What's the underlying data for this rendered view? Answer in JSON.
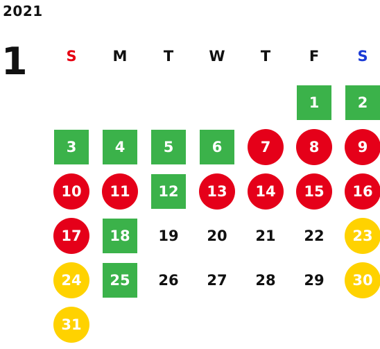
{
  "year": "2021",
  "month": "1",
  "weekdays": [
    "S",
    "M",
    "T",
    "W",
    "T",
    "F",
    "S"
  ],
  "colors": {
    "workday_green": "#3bb24a",
    "holiday_red": "#e50019",
    "weekend_yellow": "#ffd200",
    "sunday_text": "#e60012",
    "saturday_text": "#1b3bd6"
  },
  "days": [
    {
      "d": "1",
      "s": "green"
    },
    {
      "d": "2",
      "s": "green"
    },
    {
      "d": "3",
      "s": "green"
    },
    {
      "d": "4",
      "s": "green"
    },
    {
      "d": "5",
      "s": "green"
    },
    {
      "d": "6",
      "s": "green"
    },
    {
      "d": "7",
      "s": "red"
    },
    {
      "d": "8",
      "s": "red"
    },
    {
      "d": "9",
      "s": "red"
    },
    {
      "d": "10",
      "s": "red"
    },
    {
      "d": "11",
      "s": "red"
    },
    {
      "d": "12",
      "s": "green"
    },
    {
      "d": "13",
      "s": "red"
    },
    {
      "d": "14",
      "s": "red"
    },
    {
      "d": "15",
      "s": "red"
    },
    {
      "d": "16",
      "s": "red"
    },
    {
      "d": "17",
      "s": "red"
    },
    {
      "d": "18",
      "s": "green"
    },
    {
      "d": "19",
      "s": "plain"
    },
    {
      "d": "20",
      "s": "plain"
    },
    {
      "d": "21",
      "s": "plain"
    },
    {
      "d": "22",
      "s": "plain"
    },
    {
      "d": "23",
      "s": "yellow"
    },
    {
      "d": "24",
      "s": "yellow"
    },
    {
      "d": "25",
      "s": "green"
    },
    {
      "d": "26",
      "s": "plain"
    },
    {
      "d": "27",
      "s": "plain"
    },
    {
      "d": "28",
      "s": "plain"
    },
    {
      "d": "29",
      "s": "plain"
    },
    {
      "d": "30",
      "s": "yellow"
    },
    {
      "d": "31",
      "s": "yellow"
    }
  ]
}
